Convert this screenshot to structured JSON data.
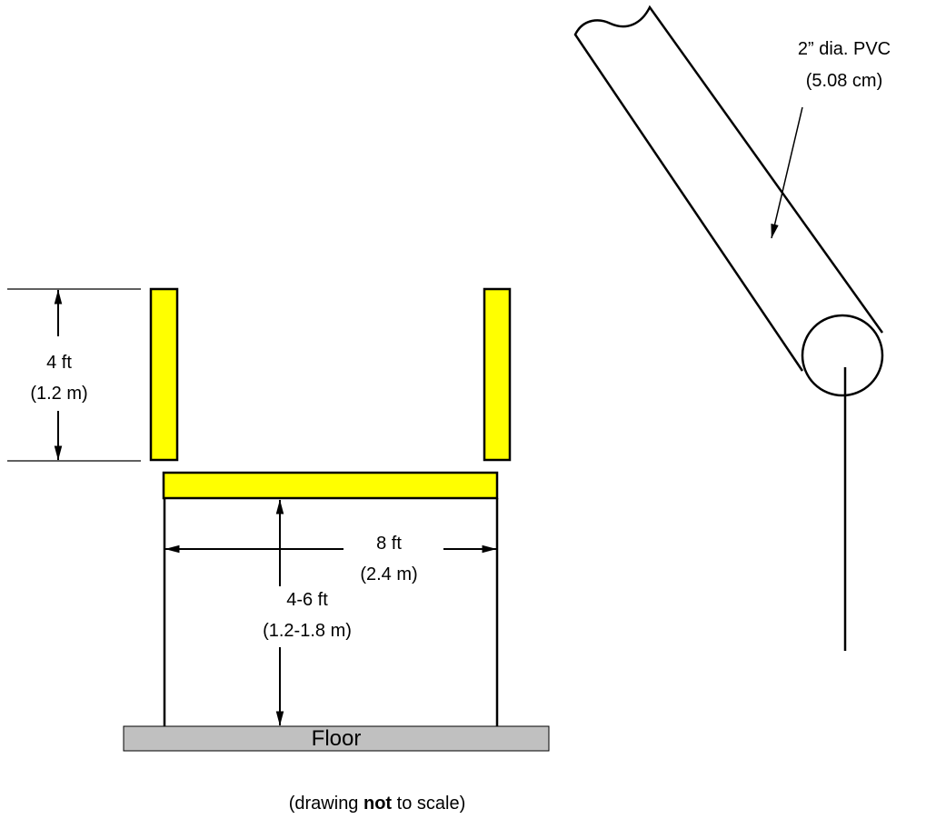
{
  "labels": {
    "post_height_ft": "4 ft",
    "post_height_m": "(1.2 m)",
    "width_ft": "8 ft",
    "width_m": "(2.4 m)",
    "clearance_ft": "4-6 ft",
    "clearance_m": "(1.2-1.8 m)",
    "floor": "Floor",
    "pipe_ft": "2” dia. PVC",
    "pipe_m": "(5.08 cm)"
  },
  "footnote": {
    "prefix": "(drawing ",
    "emphasis": "not",
    "suffix": " to scale)"
  },
  "colors": {
    "goal_yellow": "#ffff00",
    "floor_gray": "#c0c0c0",
    "line": "#000000"
  }
}
